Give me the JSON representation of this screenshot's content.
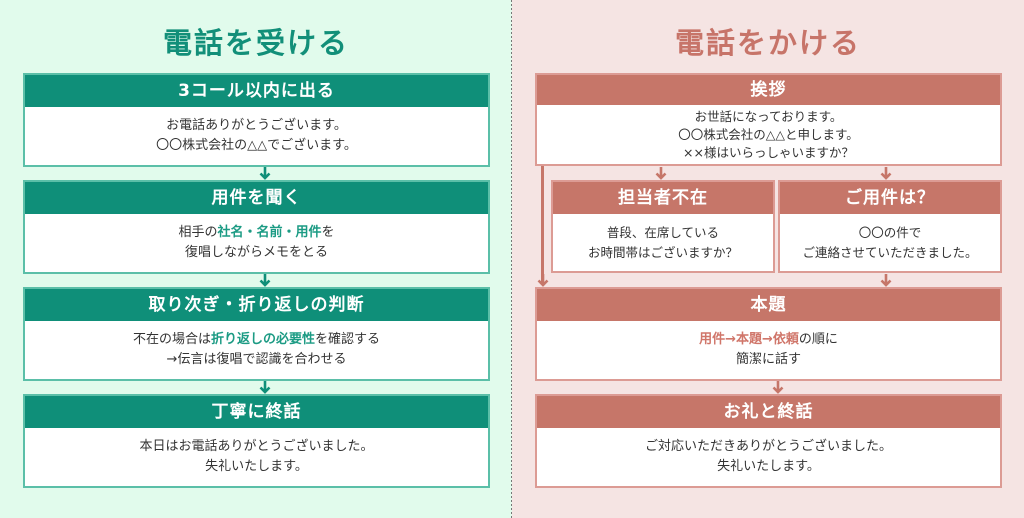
{
  "left": {
    "title": "電話を受ける",
    "accent": "#0f8f79",
    "steps": [
      {
        "header": "3コール以内に出る",
        "lines": [
          "お電話ありがとうございます。",
          "〇〇株式会社の△△でございます。"
        ]
      },
      {
        "header": "用件を聞く",
        "line1": {
          "pre": "相手の",
          "hl": "社名・名前・用件",
          "post": "を"
        },
        "line2": "復唱しながらメモをとる"
      },
      {
        "header": "取り次ぎ・折り返しの判断",
        "line1": {
          "pre": "不在の場合は",
          "hl": "折り返しの必要性",
          "post": "を確認する"
        },
        "line2": "→伝言は復唱で認識を合わせる"
      },
      {
        "header": "丁寧に終話",
        "lines": [
          "本日はお電話ありがとうございました。",
          "失礼いたします。"
        ]
      }
    ]
  },
  "right": {
    "title": "電話をかける",
    "accent": "#c67669",
    "greeting": {
      "header": "挨拶",
      "lines": [
        "お世話になっております。",
        "〇〇株式会社の△△と申します。",
        "××様はいらっしゃいますか？"
      ]
    },
    "absent": {
      "header": "担当者不在",
      "lines": [
        "普段、在席している",
        "お時間帯はございますか？"
      ]
    },
    "purpose": {
      "header": "ご用件は？",
      "lines": [
        "〇〇の件で",
        "ご連絡させていただきました。"
      ]
    },
    "main": {
      "header": "本題",
      "line1": {
        "hl": "用件→本題→依頼",
        "post": "の順に"
      },
      "line2": "簡潔に話す"
    },
    "closing": {
      "header": "お礼と終話",
      "lines": [
        "ご対応いただきありがとうございました。",
        "失礼いたします。"
      ]
    }
  }
}
